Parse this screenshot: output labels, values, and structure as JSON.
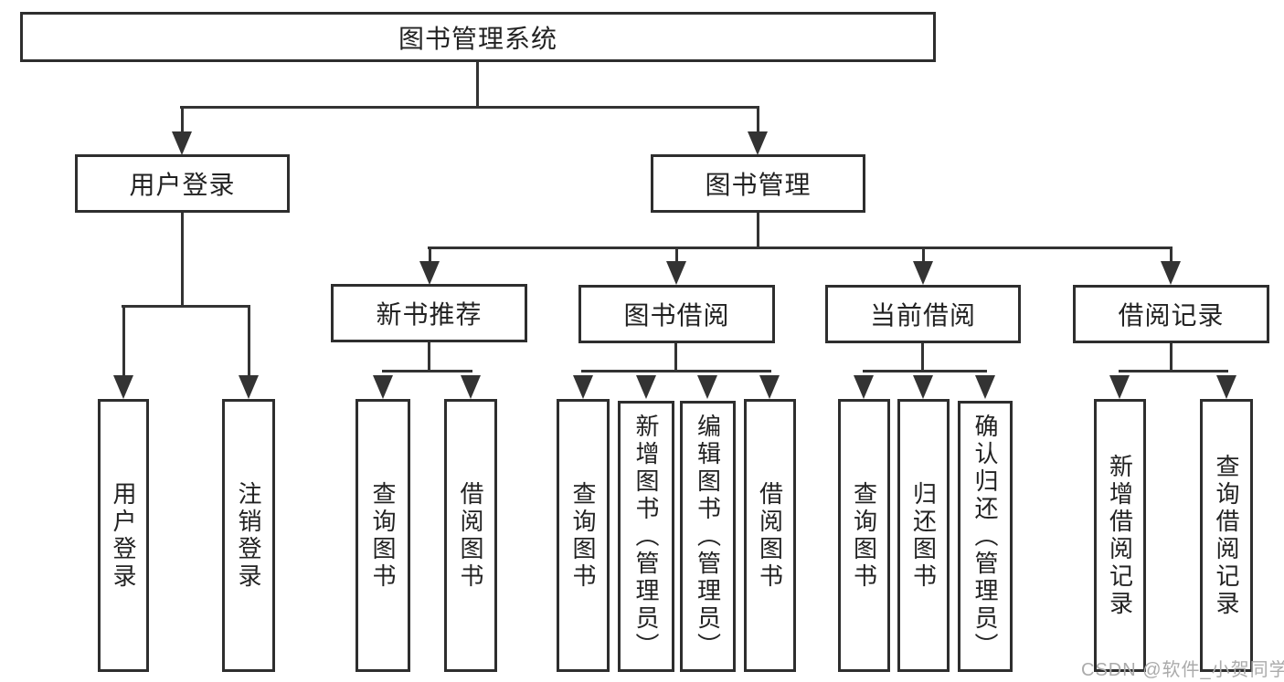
{
  "diagram": {
    "type": "hierarchy-tree",
    "root": {
      "label": "图书管理系统"
    },
    "level2": [
      {
        "label": "用户登录",
        "children": [
          "用户登录",
          "注销登录"
        ]
      },
      {
        "label": "图书管理",
        "children": [
          "新书推荐",
          "图书借阅",
          "当前借阅",
          "借阅记录"
        ]
      }
    ],
    "level3": [
      {
        "label": "新书推荐",
        "children": [
          "查询图书",
          "借阅图书"
        ]
      },
      {
        "label": "图书借阅",
        "children": [
          "查询图书",
          "新增图书（管理员）",
          "编辑图书（管理员）",
          "借阅图书"
        ]
      },
      {
        "label": "当前借阅",
        "children": [
          "查询图书",
          "归还图书",
          "确认归还（管理员）"
        ]
      },
      {
        "label": "借阅记录",
        "children": [
          "新增借阅记录",
          "查询借阅记录"
        ]
      }
    ]
  },
  "watermark": {
    "text": "CSDN @软件_小贺同学"
  },
  "colors": {
    "background": "#ffffff",
    "line": "#333333",
    "box_border": "#2e2e2e",
    "text": "#222222",
    "watermark": "#ababab"
  }
}
